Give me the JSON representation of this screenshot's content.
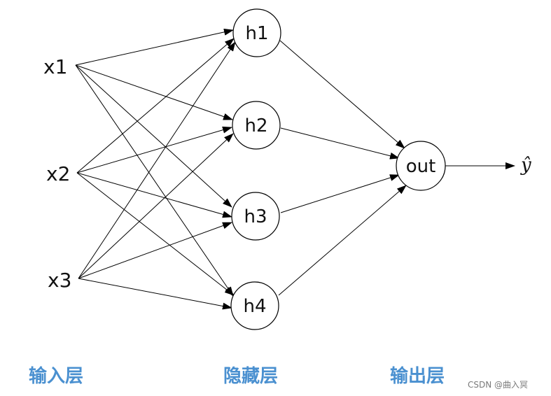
{
  "diagram": {
    "inputs": [
      "x1",
      "x2",
      "x3"
    ],
    "hidden": [
      "h1",
      "h2",
      "h3",
      "h4"
    ],
    "output": "out",
    "output_symbol": "ŷ"
  },
  "layer_labels": {
    "input": "输入层",
    "hidden": "隐藏层",
    "output": "输出层"
  },
  "watermark": "CSDN @曲入冥"
}
